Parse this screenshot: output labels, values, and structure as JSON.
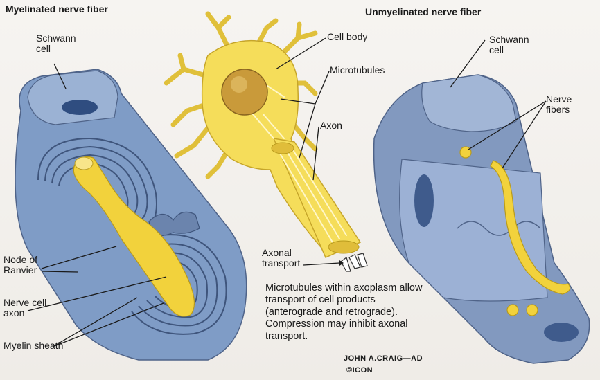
{
  "titles": {
    "left": "Myelinated nerve fiber",
    "right": "Unmyelinated nerve fiber"
  },
  "labels": {
    "schwann_left": "Schwann\ncell",
    "node": "Node of\nRanvier",
    "nerve_axon": "Nerve cell\naxon",
    "myelin": "Myelin sheath",
    "cell_body": "Cell body",
    "microtubules": "Microtubules",
    "axon": "Axon",
    "axonal_transport": "Axonal\ntransport",
    "schwann_right": "Schwann\ncell",
    "nerve_fibers": "Nerve\nfibers"
  },
  "description": "Microtubules within axoplasm allow transport of cell products (anterograde and retrograde). Compression may inhibit axonal transport.",
  "signature": {
    "artist": "JOHN A.CRAIG—AD",
    "mark": "©ICON"
  },
  "colors": {
    "sheath_blue": "#7f9cc6",
    "sheath_dark": "#5b7098",
    "axon_yellow": "#f2d23c",
    "neuron_yellow": "#f5dd5a",
    "nucleus": "#c99a3a"
  }
}
